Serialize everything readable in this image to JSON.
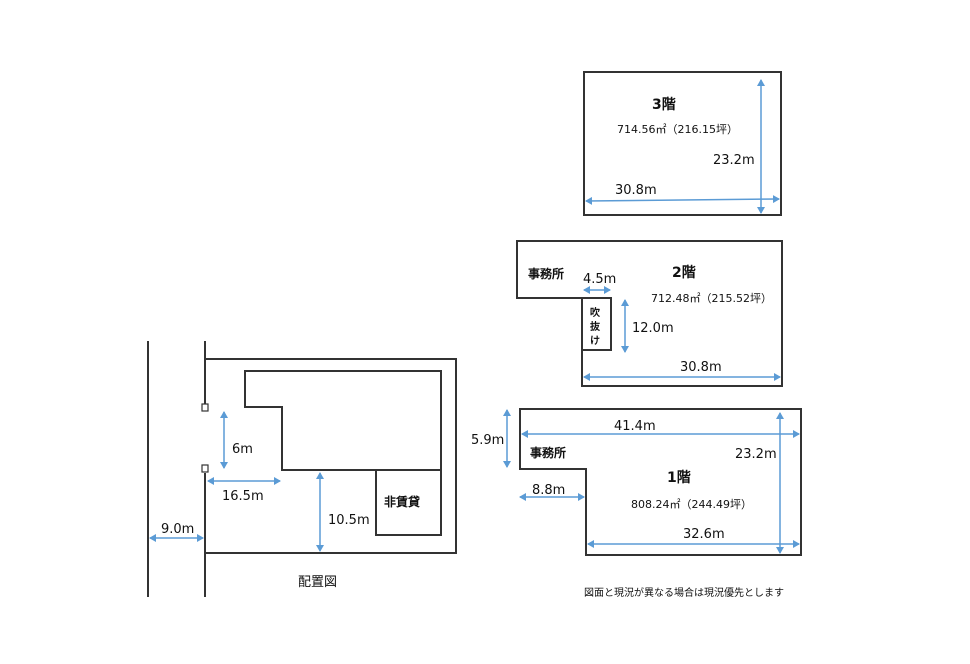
{
  "colors": {
    "wall": "#333333",
    "dimension_arrow": "#5b9bd5",
    "text": "#111111"
  },
  "floor3": {
    "title": "3階",
    "area": "714.56㎡（216.15坪）",
    "width": "30.8m",
    "depth": "23.2m"
  },
  "floor2": {
    "title": "2階",
    "area": "712.48㎡（215.52坪）",
    "office_label": "事務所",
    "void_label_1": "吹",
    "void_label_2": "抜",
    "void_label_3": "け",
    "office_offset": "4.5m",
    "void_depth": "12.0m",
    "width": "30.8m"
  },
  "floor1": {
    "title": "1階",
    "area": "808.24㎡（244.49坪）",
    "office_label": "事務所",
    "total_width": "41.4m",
    "office_depth": "5.9m",
    "depth": "23.2m",
    "setback": "8.8m",
    "main_width": "32.6m"
  },
  "site_plan": {
    "title": "配置図",
    "road_width": "9.0m",
    "gate_width": "6m",
    "frontage": "16.5m",
    "front_depth": "10.5m",
    "non_rental_label": "非賃貸"
  },
  "note": "図面と現況が異なる場合は現況優先とします"
}
